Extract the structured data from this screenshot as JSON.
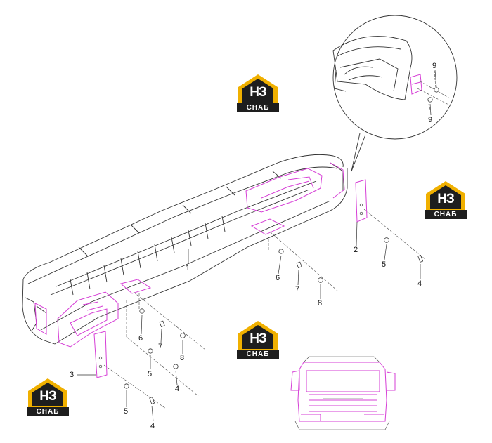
{
  "diagram": {
    "callouts": [
      {
        "id": "c1",
        "text": "1"
      },
      {
        "id": "c2",
        "text": "2"
      },
      {
        "id": "c3",
        "text": "3"
      },
      {
        "id": "c4a",
        "text": "4"
      },
      {
        "id": "c4b",
        "text": "4"
      },
      {
        "id": "c4c",
        "text": "4"
      },
      {
        "id": "c5a",
        "text": "5"
      },
      {
        "id": "c5b",
        "text": "5"
      },
      {
        "id": "c5c",
        "text": "5"
      },
      {
        "id": "c6a",
        "text": "6"
      },
      {
        "id": "c6b",
        "text": "6"
      },
      {
        "id": "c7a",
        "text": "7"
      },
      {
        "id": "c7b",
        "text": "7"
      },
      {
        "id": "c8a",
        "text": "8"
      },
      {
        "id": "c8b",
        "text": "8"
      },
      {
        "id": "c9a",
        "text": "9"
      },
      {
        "id": "c9b",
        "text": "9"
      }
    ]
  },
  "watermark": {
    "mark": "НЗ",
    "band": "СНАБ"
  },
  "colors": {
    "highlight": "#d63fd6",
    "line": "#333333",
    "logo_gold": "#f0b000",
    "logo_dark": "#1e1e1e"
  }
}
